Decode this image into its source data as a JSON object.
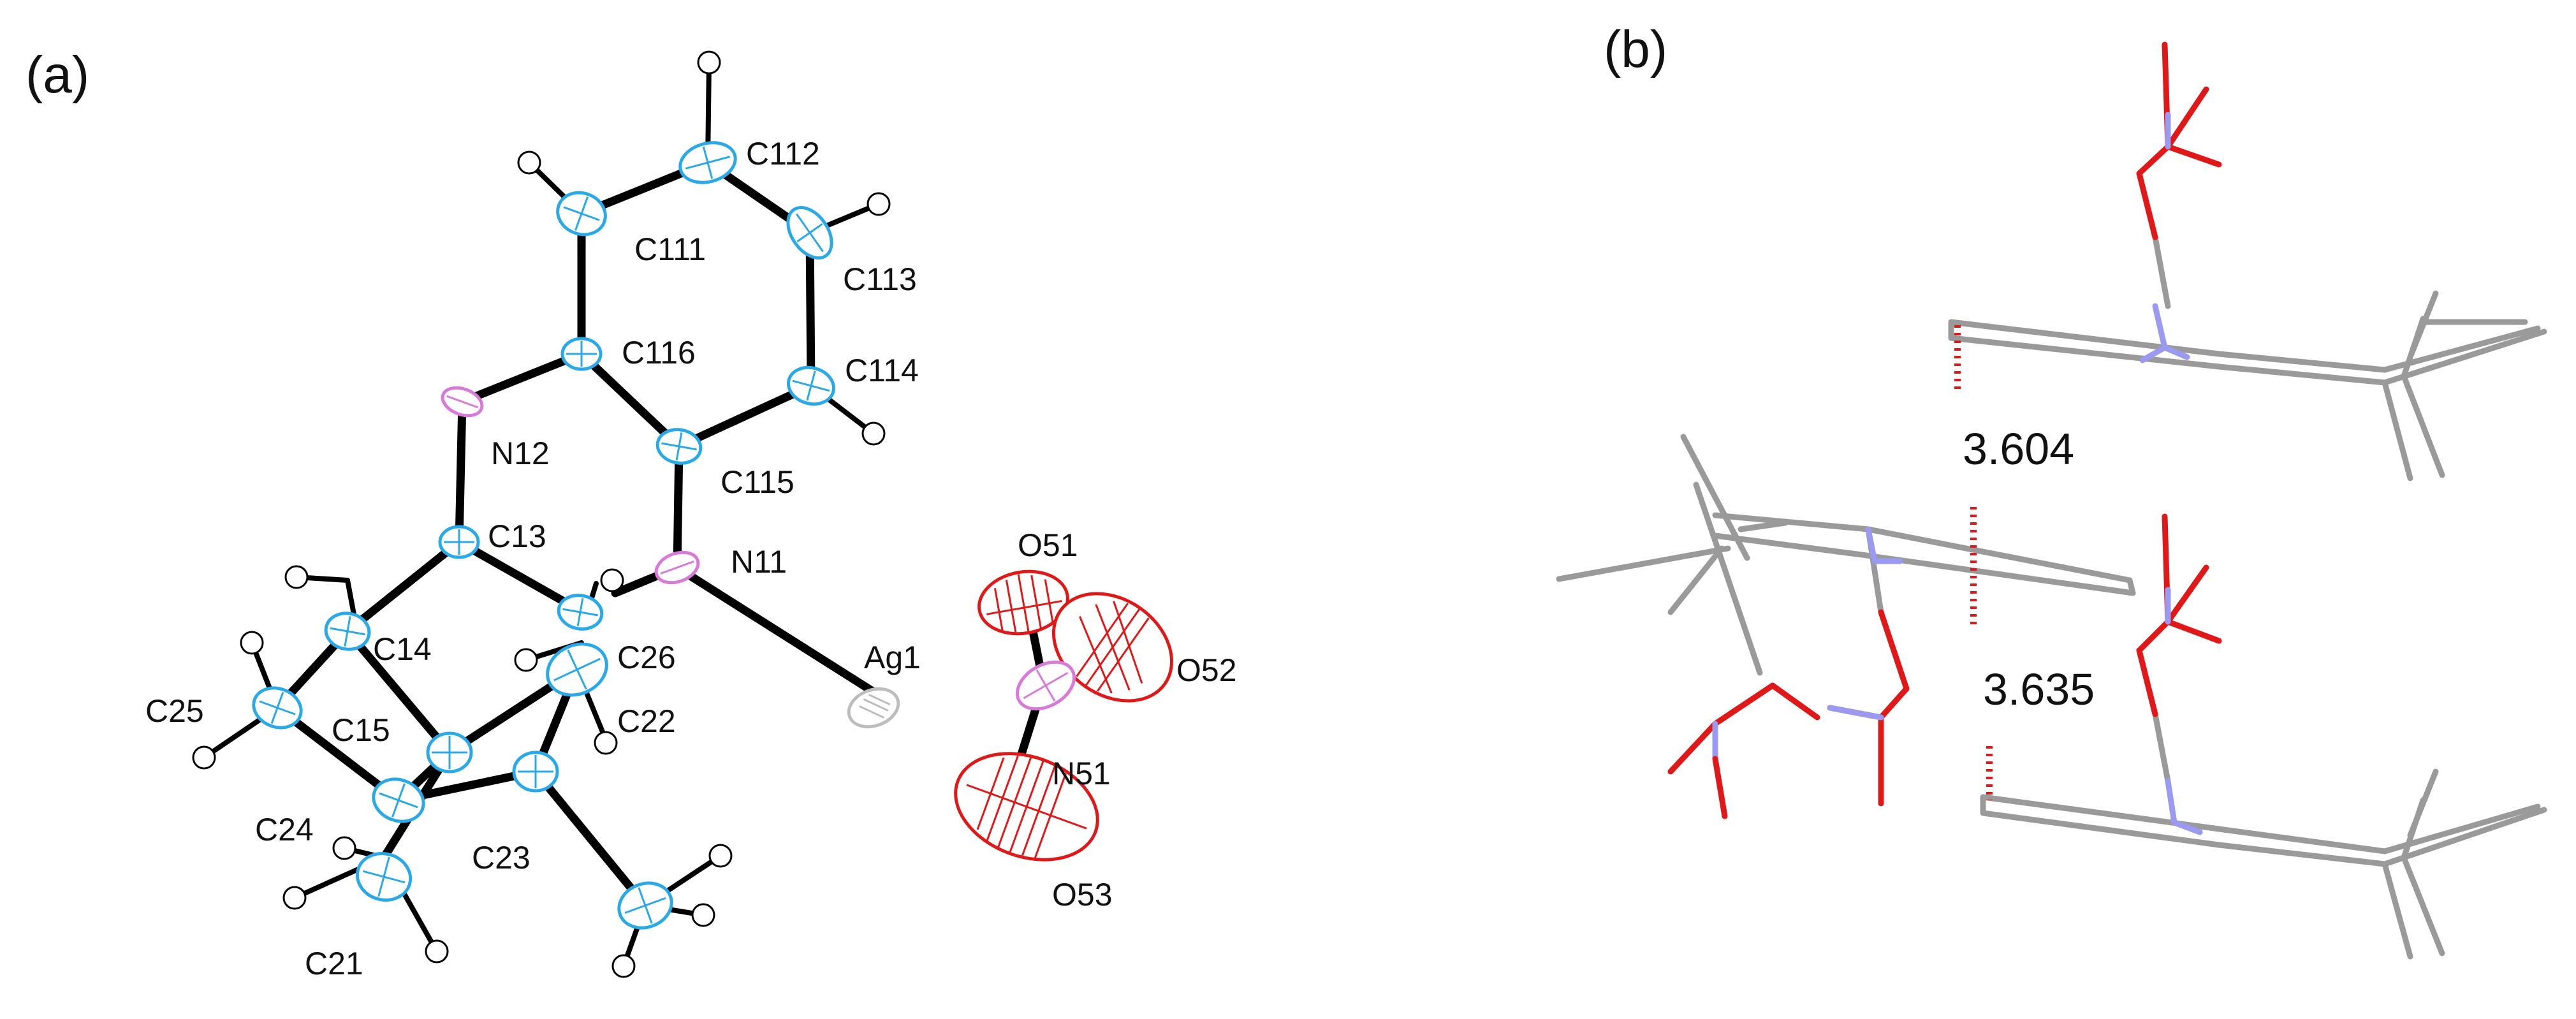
{
  "panels": {
    "a": {
      "label": "(a)"
    },
    "b": {
      "label": "(b)"
    }
  },
  "atoms": {
    "c112": "C112",
    "c111": "C111",
    "c113": "C113",
    "c116": "C116",
    "c114": "C114",
    "n12": "N12",
    "c115": "C115",
    "c13": "C13",
    "o51": "O51",
    "n11": "N11",
    "c14": "C14",
    "c26": "C26",
    "ag1": "Ag1",
    "o52": "O52",
    "c25": "C25",
    "c15": "C15",
    "c22": "C22",
    "n51": "N51",
    "c24": "C24",
    "c23": "C23",
    "o53": "O53",
    "c21": "C21"
  },
  "distances": {
    "upper": "3.604",
    "lower": "3.635"
  },
  "colors": {
    "carbon": "#2aa9e8",
    "nitrogen": "#d87ad8",
    "oxygen": "#e01818",
    "silver": "#bdbdbd",
    "hydrogen": "#ffffff",
    "bond": "#000000",
    "wire_carbon": "#9a9a9a",
    "wire_nitrogen": "#9a9af0",
    "wire_oxygen": "#e01818",
    "contact": "#e01818"
  }
}
